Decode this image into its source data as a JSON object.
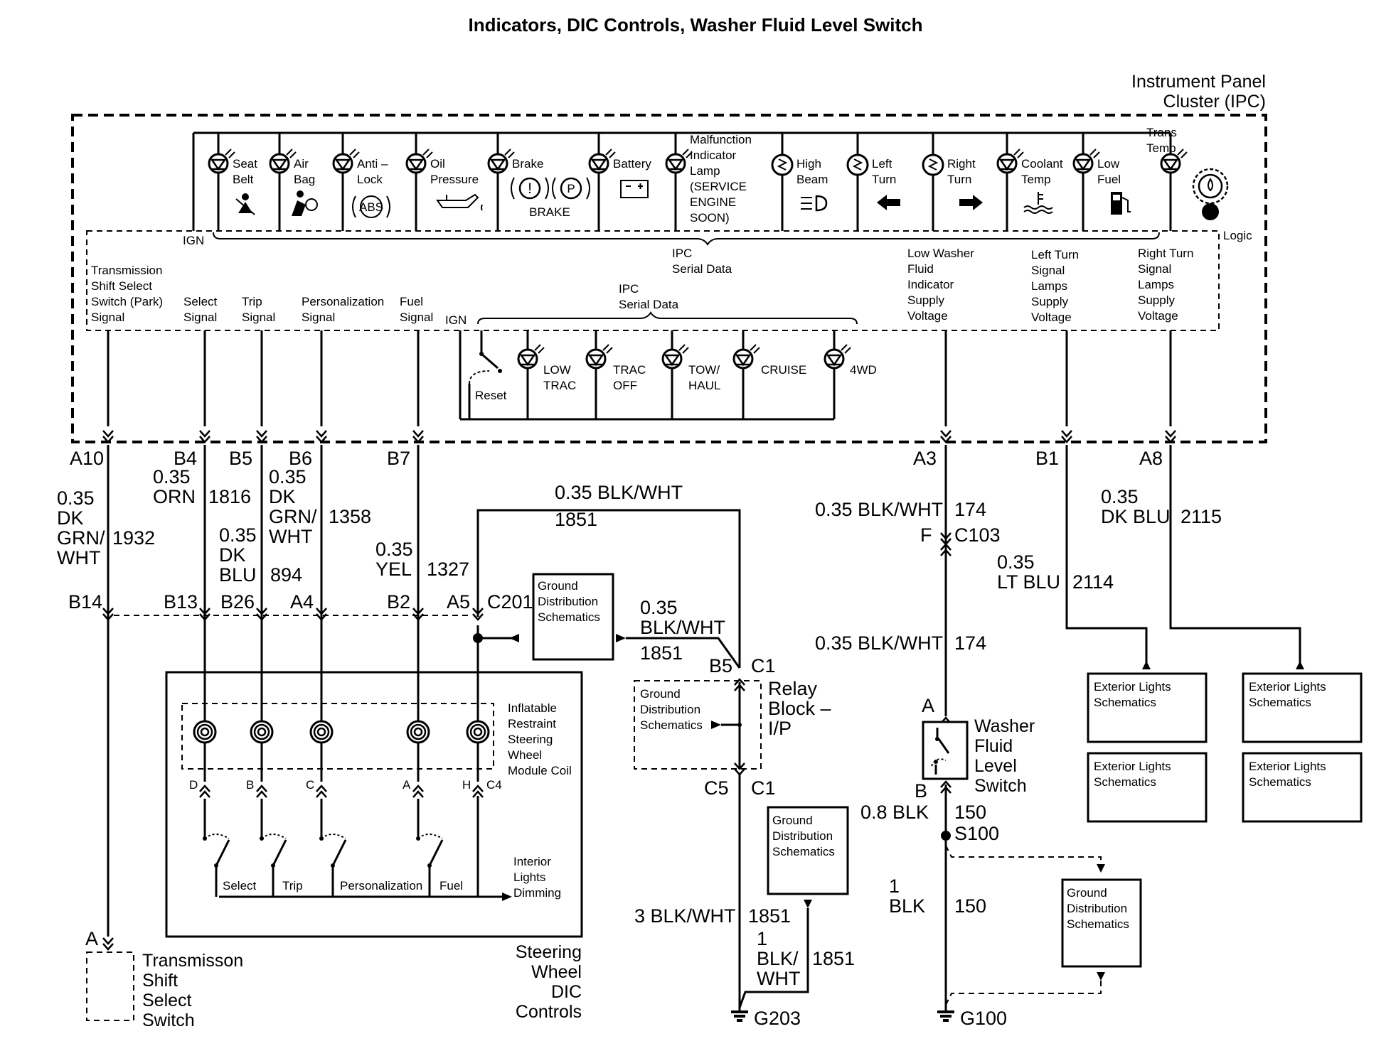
{
  "title": "Indicators, DIC Controls, Washer Fluid Level Switch",
  "ipc": {
    "name": [
      "Instrument Panel",
      "Cluster (IPC)"
    ],
    "ign": "IGN",
    "logic": "Logic",
    "serial_data_1": [
      "IPC",
      "Serial Data"
    ],
    "serial_data_2": [
      "IPC",
      "Serial Data"
    ],
    "ign2": "IGN",
    "lamps_top": [
      {
        "lines": [
          "Seat",
          "Belt"
        ]
      },
      {
        "lines": [
          "Air",
          "Bag"
        ]
      },
      {
        "lines": [
          "Anti –",
          "Lock"
        ],
        "symbol": "ABS"
      },
      {
        "lines": [
          "Oil",
          "Pressure"
        ]
      },
      {
        "lines": [
          "Brake"
        ],
        "sub": "BRAKE",
        "symbol_p": "P",
        "symbol_x": "!"
      },
      {
        "lines": [
          "Battery"
        ]
      },
      {
        "lines": [
          "Malfunction",
          "Indicator",
          "Lamp",
          "(SERVICE",
          "ENGINE",
          "SOON)"
        ]
      },
      {
        "lines": [
          "High",
          "Beam"
        ]
      },
      {
        "lines": [
          "Left",
          "Turn"
        ]
      },
      {
        "lines": [
          "Right",
          "Turn"
        ]
      },
      {
        "lines": [
          "Coolant",
          "Temp"
        ]
      },
      {
        "lines": [
          "Low",
          "Fuel"
        ]
      },
      {
        "lines": [
          "Trans",
          "Temp"
        ]
      }
    ],
    "signals": [
      {
        "lines": [
          "Transmission",
          "Shift Select",
          "Switch (Park)",
          "Signal"
        ]
      },
      {
        "lines": [
          "Select",
          "Signal"
        ]
      },
      {
        "lines": [
          "Trip",
          "Signal"
        ]
      },
      {
        "lines": [
          "Personalization",
          "Signal"
        ]
      },
      {
        "lines": [
          "Fuel",
          "Signal"
        ]
      },
      {
        "lines": [
          "Low Washer",
          "Fluid",
          "Indicator",
          "Supply",
          "Voltage"
        ]
      },
      {
        "lines": [
          "Left Turn",
          "Signal",
          "Lamps",
          "Supply",
          "Voltage"
        ]
      },
      {
        "lines": [
          "Right Turn",
          "Signal",
          "Lamps",
          "Supply",
          "Voltage"
        ]
      }
    ],
    "reset": "Reset",
    "lamps_bottom": [
      {
        "lines": [
          "LOW",
          "TRAC"
        ]
      },
      {
        "lines": [
          "TRAC",
          "OFF"
        ]
      },
      {
        "lines": [
          "TOW/",
          "HAUL"
        ]
      },
      {
        "lines": [
          "CRUISE"
        ]
      },
      {
        "lines": [
          "4WD"
        ]
      }
    ]
  },
  "pins_ipc": [
    "A10",
    "B4",
    "B5",
    "B6",
    "B7",
    "A3",
    "B1",
    "A8"
  ],
  "wires": {
    "w1932": [
      "0.35",
      "DK",
      "GRN/",
      "WHT",
      "1932"
    ],
    "w1816": [
      "0.35",
      "ORN",
      "1816"
    ],
    "w894": [
      "0.35",
      "DK",
      "BLU",
      "894"
    ],
    "w1358": [
      "0.35",
      "DK",
      "GRN/",
      "WHT",
      "1358"
    ],
    "w1327": [
      "0.35",
      "YEL",
      "1327"
    ],
    "w1851_top": [
      "0.35 BLK/WHT",
      "1851"
    ],
    "w1851_mid": [
      "0.35",
      "BLK/WHT",
      "1851"
    ],
    "w174_a": [
      "0.35 BLK/WHT",
      "174"
    ],
    "w174_b": [
      "0.35 BLK/WHT",
      "174"
    ],
    "w2115": [
      "0.35",
      "DK BLU",
      "2115"
    ],
    "w2114": [
      "0.35",
      "LT BLU",
      "2114"
    ],
    "w1851_g": [
      "3 BLK/WHT",
      "1851"
    ],
    "w1851_g2": [
      "1",
      "BLK/",
      "WHT",
      "1851"
    ],
    "w150_a": [
      "0.8 BLK",
      "150"
    ],
    "w150_b": [
      "1",
      "BLK",
      "150"
    ]
  },
  "c201_pins": [
    "B14",
    "B13",
    "B26",
    "A4",
    "B2",
    "A5",
    "C201"
  ],
  "c103": [
    "F",
    "C103"
  ],
  "c4_pins": [
    "D",
    "B",
    "C",
    "A",
    "H",
    "C4"
  ],
  "relay_block": {
    "pins_top": [
      "B5",
      "C1"
    ],
    "pins_bottom": [
      "C5",
      "C1"
    ],
    "name": [
      "Relay",
      "Block –",
      "I/P"
    ]
  },
  "ground_dist": [
    "Ground",
    "Distribution",
    "Schematics"
  ],
  "ext_lights": [
    "Exterior Lights",
    "Schematics"
  ],
  "steering_wheel": {
    "coil_label": [
      "Inflatable",
      "Restraint",
      "Steering",
      "Wheel",
      "Module Coil"
    ],
    "switches": [
      "Select",
      "Trip",
      "Personalization",
      "Fuel"
    ],
    "dimming": [
      "Interior",
      "Lights",
      "Dimming"
    ],
    "name": [
      "Steering",
      "Wheel",
      "DIC",
      "Controls"
    ]
  },
  "trans_switch": {
    "pin": "A",
    "name": [
      "Transmisson",
      "Shift",
      "Select",
      "Switch"
    ]
  },
  "washer_switch": {
    "pin_a": "A",
    "pin_b": "B",
    "name": [
      "Washer",
      "Fluid",
      "Level",
      "Switch"
    ]
  },
  "splices": [
    "S100"
  ],
  "grounds": [
    "G203",
    "G100"
  ]
}
